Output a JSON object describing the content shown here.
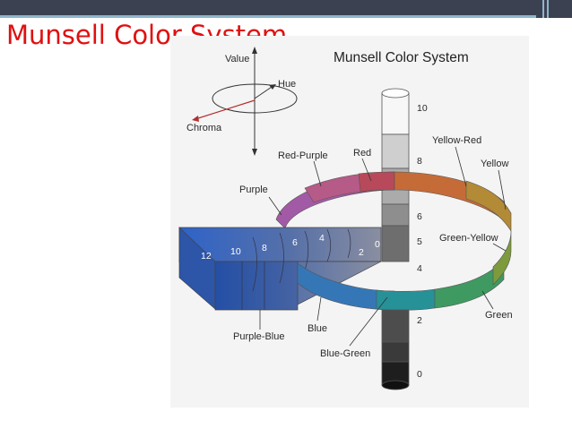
{
  "slide": {
    "title": "Munsell Color System",
    "title_color": "#e01010",
    "header_bar_color": "#3c4152",
    "header_accent_color": "#8fb6c9"
  },
  "diagram": {
    "title": "Munsell Color System",
    "axes": {
      "value": "Value",
      "hue": "Hue",
      "chroma": "Chroma"
    },
    "hues": [
      {
        "name": "Red-Purple",
        "color": "#b65a88"
      },
      {
        "name": "Red",
        "color": "#b8495a"
      },
      {
        "name": "Yellow-Red",
        "color": "#c56b38"
      },
      {
        "name": "Yellow",
        "color": "#b38a36"
      },
      {
        "name": "Green-Yellow",
        "color": "#7d9a3c"
      },
      {
        "name": "Green",
        "color": "#3f9a62"
      },
      {
        "name": "Blue-Green",
        "color": "#279198"
      },
      {
        "name": "Blue",
        "color": "#3577b6"
      },
      {
        "name": "Purple-Blue",
        "color": "#4a60c5"
      },
      {
        "name": "Purple",
        "color": "#8a59b0"
      }
    ],
    "value_scale": [
      "10",
      "8",
      "6",
      "5",
      "4",
      "2",
      "0"
    ],
    "chroma_scale": [
      "12",
      "10",
      "8",
      "6",
      "4",
      "2",
      "0"
    ]
  }
}
